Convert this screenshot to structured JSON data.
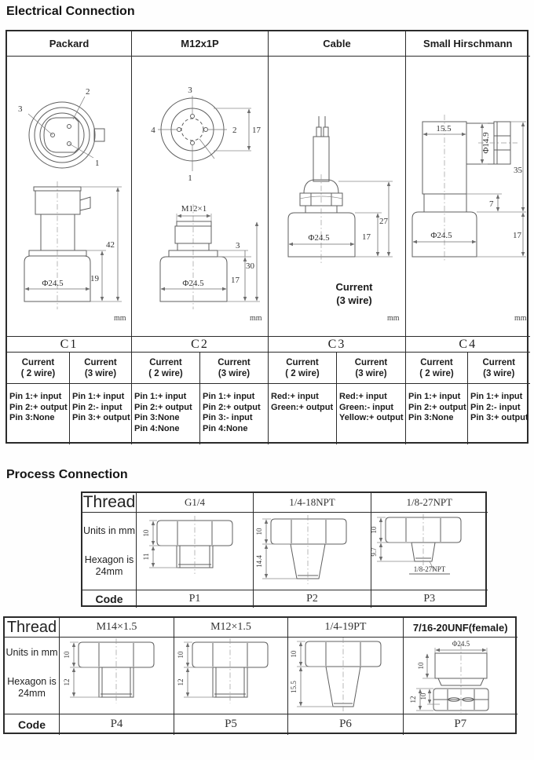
{
  "titles": {
    "electrical": "Electrical Connection",
    "process": "Process Connection"
  },
  "electrical": {
    "columns": [
      {
        "header": "Packard",
        "code": "C1",
        "w2": {
          "l1": "Current",
          "l2": "( 2 wire)",
          "pins": [
            "Pin 1:+ input",
            "Pin 2:+ output",
            "Pin 3:None"
          ]
        },
        "w3": {
          "l1": "Current",
          "l2": "(3 wire)",
          "pins": [
            "Pin 1:+ input",
            "Pin 2:- input",
            "Pin 3:+ output"
          ]
        },
        "dims": {
          "pin1": "1",
          "pin2": "2",
          "pin3": "3",
          "height": "42",
          "base_h": "19",
          "dia": "Φ24.5",
          "unit": "mm"
        }
      },
      {
        "header": "M12x1P",
        "code": "C2",
        "w2": {
          "l1": "Current",
          "l2": "( 2 wire)",
          "pins": [
            "Pin 1:+ input",
            "Pin 2:+ output",
            "Pin 3:None",
            "Pin 4:None"
          ]
        },
        "w3": {
          "l1": "Current",
          "l2": "(3 wire)",
          "pins": [
            "Pin 1:+ input",
            "Pin 2:+ output",
            "Pin 3:- input",
            "Pin 4:None"
          ]
        },
        "dims": {
          "pin1": "1",
          "pin2": "2",
          "pin3": "3",
          "pin4": "4",
          "conn_dia": "17",
          "thread": "M12×1",
          "flange": "3",
          "total": "30",
          "base_h": "17",
          "dia": "Φ24.5",
          "unit": "mm"
        }
      },
      {
        "header": "Cable",
        "code": "C3",
        "w2": {
          "l1": "Current",
          "l2": "( 2 wire)",
          "pins": [
            "Red:+ input",
            "Green:+ output"
          ]
        },
        "w3": {
          "l1": "Current",
          "l2": "(3 wire)",
          "pins": [
            "Red:+ input",
            "Green:- input",
            "Yellow:+ output"
          ]
        },
        "dims": {
          "h1": "27",
          "base_h": "17",
          "dia": "Φ24.5",
          "note1": "Current",
          "note2": "(3 wire)",
          "unit": "mm"
        }
      },
      {
        "header": "Small Hirschmann",
        "code": "C4",
        "w2": {
          "l1": "Current",
          "l2": "( 2 wire)",
          "pins": [
            "Pin 1:+ input",
            "Pin 2:+ output",
            "Pin 3:None"
          ]
        },
        "w3": {
          "l1": "Current",
          "l2": "(3 wire)",
          "pins": [
            "Pin 1:+ input",
            "Pin 2:- input",
            "Pin 3:+ output"
          ]
        },
        "dims": {
          "top_w": "15.5",
          "conn_dia": "Φ14.9",
          "h1": "35",
          "step": "7",
          "base_h": "17",
          "dia": "Φ24.5",
          "unit": "mm"
        }
      }
    ]
  },
  "process": {
    "labels": {
      "thread": "Thread",
      "units": "Units in mm",
      "hex1": "Hexagon is",
      "hex2": "24mm",
      "code": "Code"
    },
    "table1": [
      {
        "thread": "G1/4",
        "code": "P1",
        "d1": "10",
        "d2": "11"
      },
      {
        "thread": "1/4-18NPT",
        "code": "P2",
        "d1": "10",
        "d2": "14.4"
      },
      {
        "thread": "1/8-27NPT",
        "code": "P3",
        "d1": "10",
        "d2": "9.7",
        "tag": "1/8-27NPT"
      }
    ],
    "table2": [
      {
        "thread": "M14×1.5",
        "code": "P4",
        "d1": "10",
        "d2": "12"
      },
      {
        "thread": "M12×1.5",
        "code": "P5",
        "d1": "10",
        "d2": "12"
      },
      {
        "thread": "1/4-19PT",
        "code": "P6",
        "d1": "10",
        "d2": "15.5"
      },
      {
        "thread": "7/16-20UNF(female)",
        "code": "P7",
        "dia": "Φ24.5",
        "d1": "10",
        "d2": "12",
        "d3": "10"
      }
    ]
  }
}
